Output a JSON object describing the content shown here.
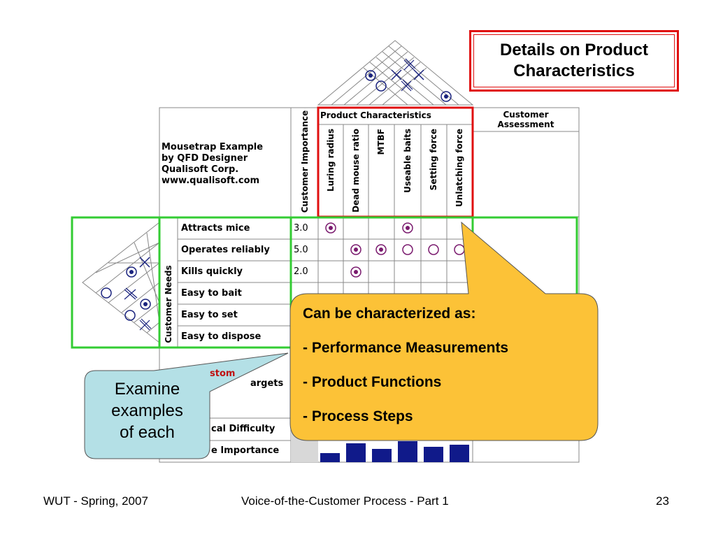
{
  "slide": {
    "title": "Details on Product Characteristics",
    "title_line1": "Details on Product",
    "title_line2": "Characteristics"
  },
  "qfd": {
    "source_lines": [
      "Mousetrap Example",
      "by QFD Designer",
      "Qualisoft Corp.",
      "www.qualisoft.com"
    ],
    "customer_importance_header": "Customer Importance",
    "product_characteristics_header": "Product Characteristics",
    "customer_assessment_header_line1": "Customer",
    "customer_assessment_header_line2": "Assessment",
    "characteristics": [
      "Luring radius",
      "Dead mouse ratio",
      "MTBF",
      "Useable baits",
      "Setting force",
      "Unlatching force"
    ],
    "customer_needs_label": "Customer Needs",
    "needs": [
      {
        "label": "Attracts mice",
        "importance": "3.0"
      },
      {
        "label": "Operates reliably",
        "importance": "5.0"
      },
      {
        "label": "Kills quickly",
        "importance": "2.0"
      },
      {
        "label": "Easy to bait",
        "importance": ""
      },
      {
        "label": "Easy to set",
        "importance": ""
      },
      {
        "label": "Easy to dispose",
        "importance": ""
      }
    ],
    "bottom_rows_partial": {
      "row1_red": "stom",
      "row1_black": "argets",
      "row2": "cal Difficulty",
      "row3": "e Importance"
    },
    "relationship_colors": {
      "strong": "#7a1a6e",
      "roof_strong": "#1a237e"
    }
  },
  "callouts": {
    "yellow": {
      "lines": [
        "Can be characterized as:",
        "- Performance Measurements",
        "- Product Functions",
        "- Process Steps"
      ],
      "fill": "#fcc237"
    },
    "blue": {
      "lines": [
        "Examine",
        "examples",
        "of each"
      ],
      "fill": "#b4e0e6"
    }
  },
  "footer": {
    "left": "WUT - Spring, 2007",
    "center": "Voice-of-the-Customer Process - Part 1",
    "page": "23"
  }
}
